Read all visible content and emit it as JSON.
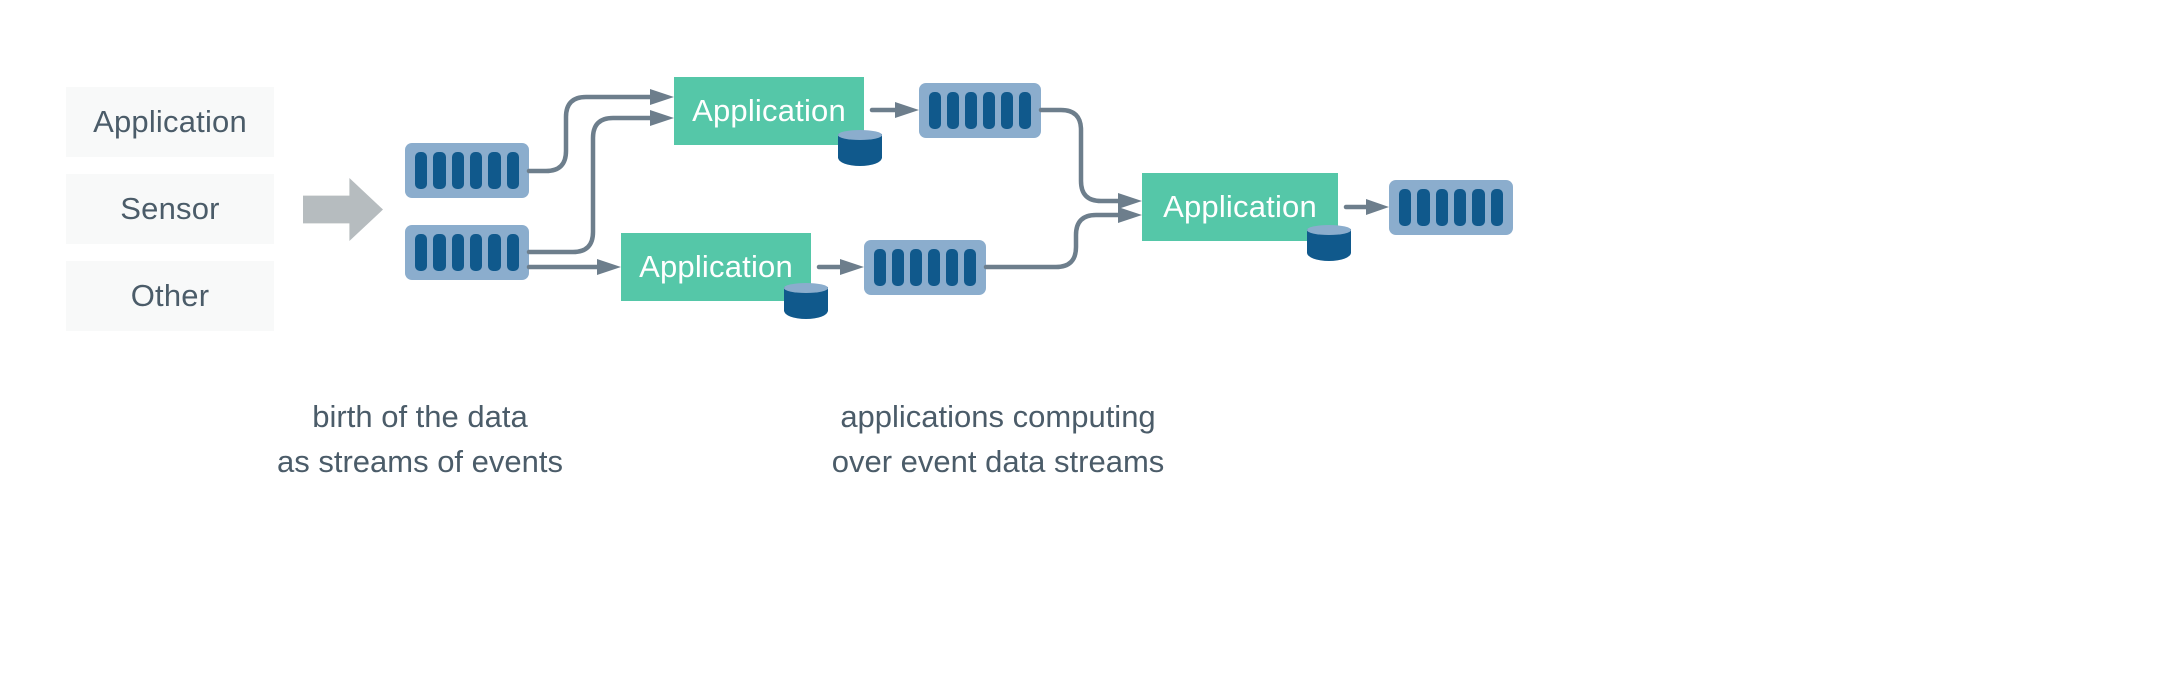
{
  "diagram": {
    "title": "event data streams pipeline",
    "colors": {
      "background": "#ffffff",
      "source_box_fill": "#f8f9f9",
      "text_dark": "#4b5c69",
      "application_fill": "#55c7a8",
      "application_text": "#ffffff",
      "stream_frame": "#8badcd",
      "stream_bar": "#10598c",
      "block_arrow": "#b6bcbf",
      "connector": "#6d7e8c",
      "cylinder_body": "#10598c",
      "cylinder_top": "#8badcd"
    }
  },
  "sources": {
    "items": [
      {
        "label": "Application"
      },
      {
        "label": "Sensor"
      },
      {
        "label": "Other"
      }
    ]
  },
  "block_arrow": {
    "icon": "right-block-arrow-icon"
  },
  "streams": [
    {
      "id": "stream-source-top",
      "bars": 6
    },
    {
      "id": "stream-source-bottom",
      "bars": 6
    },
    {
      "id": "stream-app-top-out",
      "bars": 6
    },
    {
      "id": "stream-app-mid-out",
      "bars": 6
    },
    {
      "id": "stream-final-out",
      "bars": 6
    }
  ],
  "applications": [
    {
      "id": "application-top",
      "label": "Application",
      "has_database": true
    },
    {
      "id": "application-mid",
      "label": "Application",
      "has_database": true
    },
    {
      "id": "application-final",
      "label": "Application",
      "has_database": true
    }
  ],
  "database": {
    "icon": "database-cylinder-icon"
  },
  "captions": [
    {
      "id": "caption-left",
      "text": "birth of the data\nas streams of events"
    },
    {
      "id": "caption-right",
      "text": "applications computing\nover event data streams"
    }
  ]
}
